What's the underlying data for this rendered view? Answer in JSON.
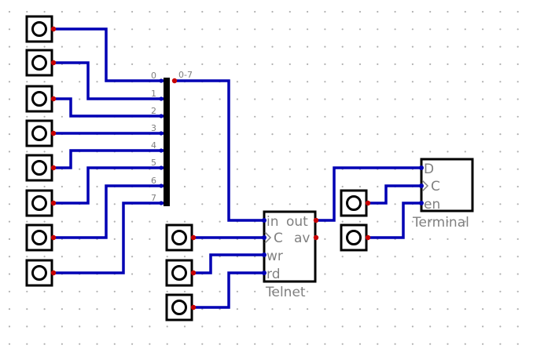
{
  "splitter": {
    "bus_label": "0-7",
    "bit_labels": [
      "0",
      "1",
      "2",
      "3",
      "4",
      "5",
      "6",
      "7"
    ]
  },
  "telnet": {
    "name": "Telnet",
    "pins": {
      "in": "in",
      "out": "out",
      "clock": "C",
      "av": "av",
      "wr": "wr",
      "rd": "rd"
    }
  },
  "terminal": {
    "name": "Terminal",
    "pins": {
      "d": "D",
      "clock": "C",
      "en": "en"
    }
  },
  "colors": {
    "wire": "#0000b4",
    "pin": "#c80000",
    "label": "#808080",
    "grid": "#b0b0b0"
  }
}
